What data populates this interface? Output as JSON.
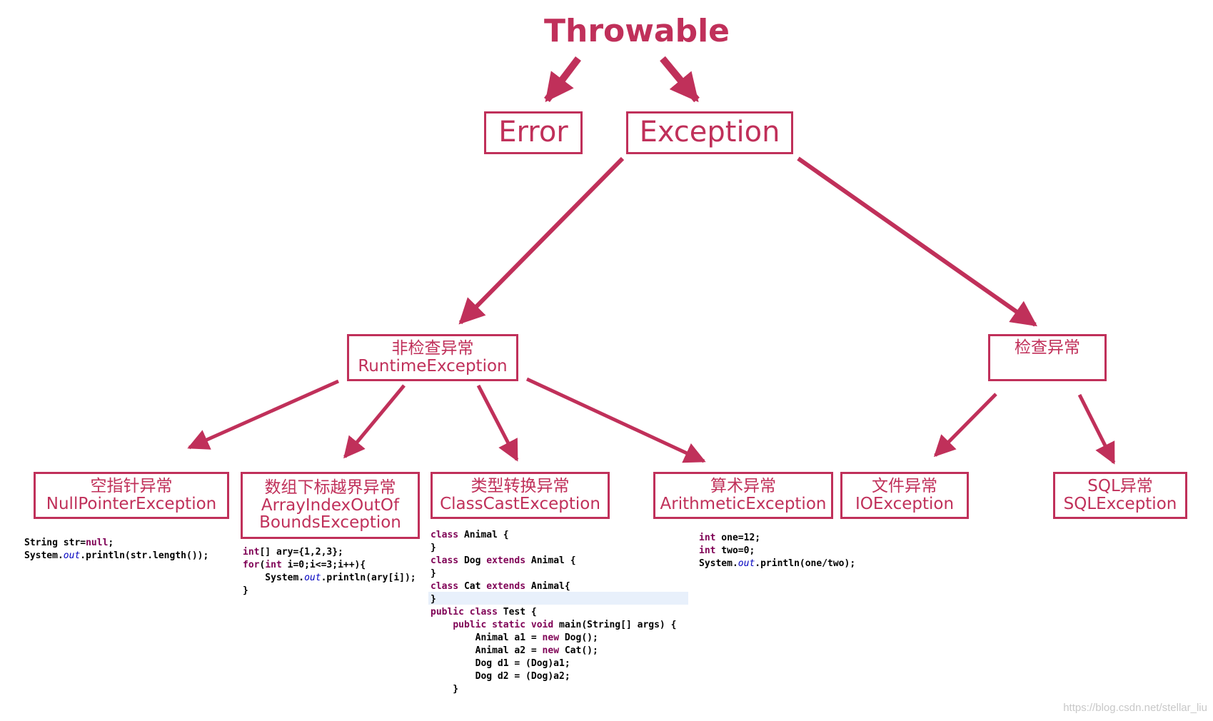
{
  "diagram": {
    "root": "Throwable",
    "error": "Error",
    "exception": "Exception",
    "unchecked": {
      "label_cn": "非检查异常",
      "label_en": "RuntimeException"
    },
    "checked": {
      "label_cn": "检查异常"
    },
    "unchecked_children": [
      {
        "label_cn": "空指针异常",
        "label_en": "NullPointerException"
      },
      {
        "label_cn": "数组下标越界异常",
        "label_en": "ArrayIndexOutOf",
        "label_en2": "BoundsException"
      },
      {
        "label_cn": "类型转换异常",
        "label_en": "ClassCastException"
      },
      {
        "label_cn": "算术异常",
        "label_en": "ArithmeticException"
      }
    ],
    "checked_children": [
      {
        "label_cn": "文件异常",
        "label_en": "IOException"
      },
      {
        "label_cn": "SQL异常",
        "label_en": "SQLException"
      }
    ]
  },
  "code_samples": {
    "null_pointer": [
      "String str=null;",
      "System.out.println(str.length());"
    ],
    "array_index": [
      "int[] ary={1,2,3};",
      "for(int i=0;i<=3;i++){",
      "    System.out.println(ary[i]);",
      "}"
    ],
    "class_cast": [
      "class Animal {",
      "}",
      "class Dog extends Animal {",
      "}",
      "class Cat extends Animal{",
      "}",
      "public class Test {",
      "    public static void main(String[] args) {",
      "        Animal a1 = new Dog();",
      "        Animal a2 = new Cat();",
      "        Dog d1 = (Dog)a1;",
      "        Dog d2 = (Dog)a2;",
      "    }"
    ],
    "arithmetic": [
      "int one=12;",
      "int two=0;",
      "System.out.println(one/two);"
    ]
  },
  "watermark": "https://blog.csdn.net/stellar_liu",
  "colors": {
    "accent": "#c0305a",
    "code_text": "#000000",
    "code_keyword": "#7f0055",
    "code_field": "#0000c0"
  }
}
